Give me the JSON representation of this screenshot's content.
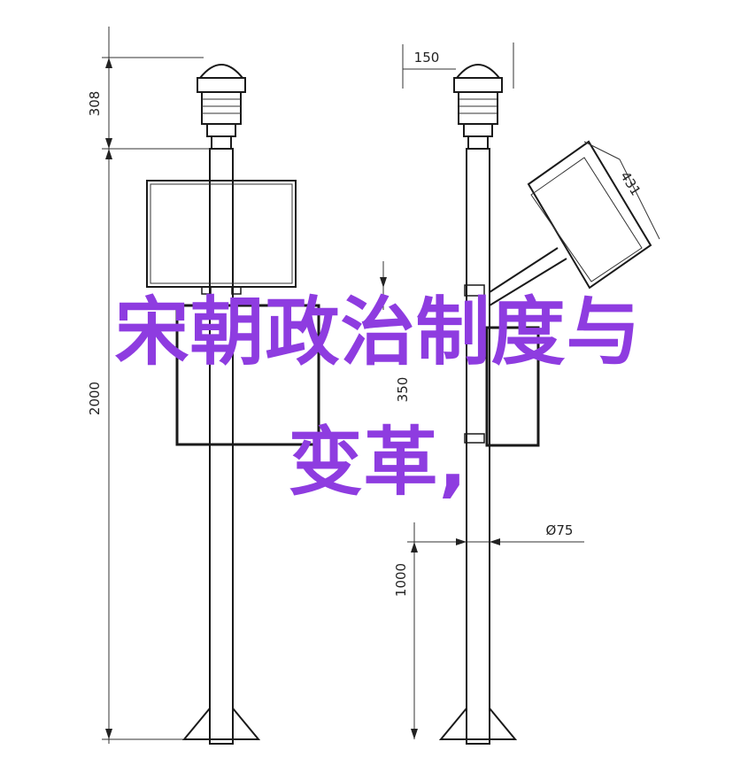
{
  "title": {
    "line1": "宋朝政治制度与",
    "line2": "变革,"
  },
  "dimensions": {
    "d308": "308",
    "d150": "150",
    "d431": "431",
    "d2000": "2000",
    "d1000": "1000",
    "d350": "350",
    "d75": "Ø75"
  },
  "colors": {
    "title": "#8e3ce0",
    "line": "#1a1a1a"
  }
}
